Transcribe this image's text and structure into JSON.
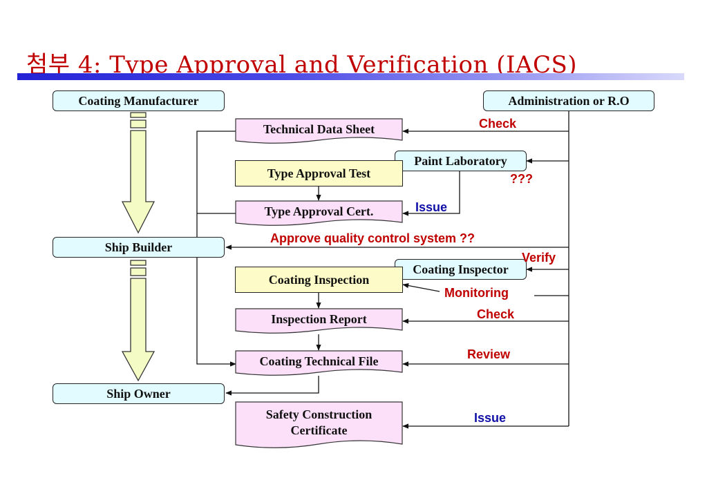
{
  "title": "첨부 4: Type Approval and Verification (IACS)",
  "parties": {
    "manufacturer": "Coating Manufacturer",
    "administration": "Administration or R.O",
    "builder": "Ship Builder",
    "owner": "Ship Owner",
    "paint_lab": "Paint Laboratory",
    "inspector": "Coating Inspector"
  },
  "steps": {
    "tds": "Technical Data Sheet",
    "ta_test": "Type Approval Test",
    "ta_cert": "Type Approval Cert.",
    "coating_inspection": "Coating Inspection",
    "inspection_report": "Inspection Report",
    "ctf": "Coating Technical File",
    "scc_line1": "Safety Construction",
    "scc_line2": "Certificate"
  },
  "labels": {
    "check1": "Check",
    "unknown": "???",
    "issue1": "Issue",
    "approve": "Approve quality control system ??",
    "verify": "Verify",
    "monitoring": "Monitoring",
    "check2": "Check",
    "review": "Review",
    "issue2": "Issue"
  },
  "colors": {
    "title": "#c00000",
    "label_red": "#c00000",
    "label_blue": "#1010a8",
    "party_fill": "#e2fbfe",
    "doc_fill": "#fce0f9",
    "test_fill": "#fdfcc8",
    "flow_arrow_fill": "#f4fbc4"
  }
}
